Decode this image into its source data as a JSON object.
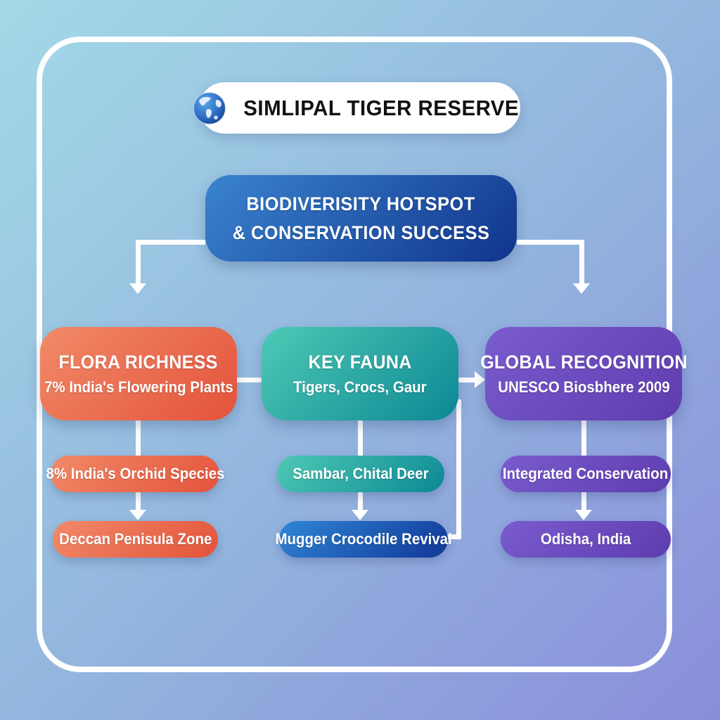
{
  "header": {
    "title": "SIMLIPAL TIGER RESERVE",
    "icon": "globe-icon"
  },
  "root_box": {
    "line1": "BIODIVERISITY HOTSPOT",
    "line2": "& CONSERVATION SUCCESS"
  },
  "columns": [
    {
      "title": "FLORA RICHNESS",
      "subtitle": "7% India's Flowering Plants",
      "items": [
        "8% India's Orchid Species",
        "Deccan Penisula Zone"
      ]
    },
    {
      "title": "KEY FAUNA",
      "subtitle": "Tigers, Crocs, Gaur",
      "items": [
        "Sambar, Chital Deer",
        "Mugger Crocodile Revival"
      ]
    },
    {
      "title": "GLOBAL RECOGNITION",
      "subtitle": "UNESCO Biosbhere 2009",
      "items": [
        "Integrated Conservation",
        "Odisha, India"
      ]
    }
  ],
  "colors": {
    "bg-a": "#a3d9e7",
    "bg-b": "#93b5de",
    "bg-c": "#8a8edb",
    "root-a": "#3a84d0",
    "root-b": "#10348c",
    "flora-a": "#f18a68",
    "flora-b": "#e4533b",
    "fauna-a": "#4fc9b4",
    "fauna-b": "#0c8895",
    "global-a": "#7a5cce",
    "global-b": "#5d3cae",
    "mugger-a": "#2f85d6",
    "mugger-b": "#113896",
    "connector": "#ffffff",
    "title-text": "#111111"
  }
}
